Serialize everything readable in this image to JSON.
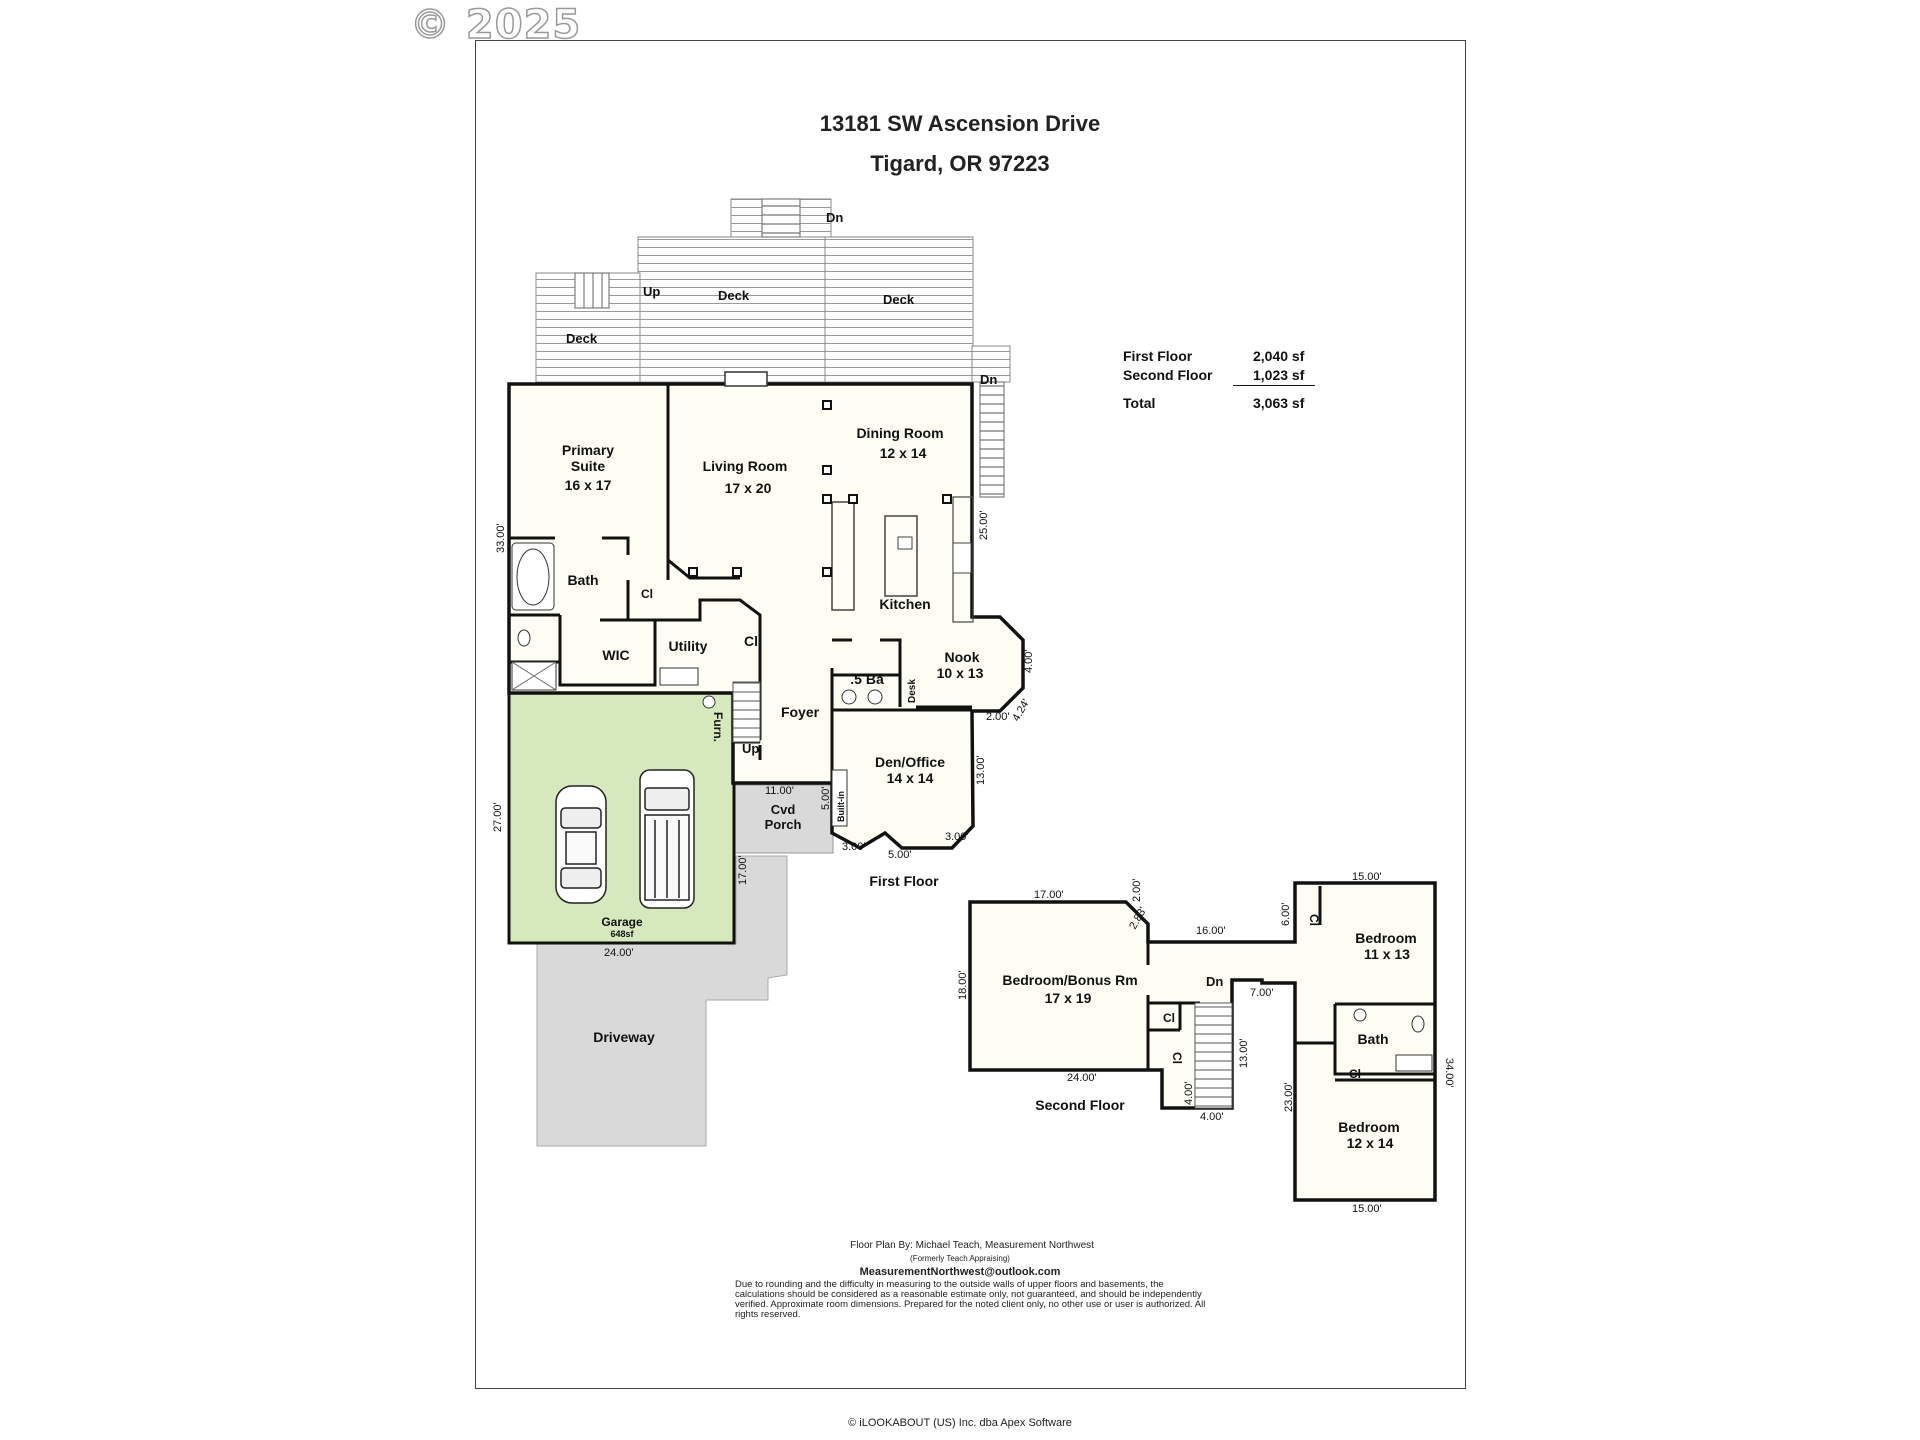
{
  "watermark": "© 2025",
  "address_line1": "13181 SW Ascension Drive",
  "address_line2": "Tigard, OR 97223",
  "area_table": {
    "first_label": "First Floor",
    "first_value": "2,040 sf",
    "second_label": "Second Floor",
    "second_value": "1,023 sf",
    "total_label": "Total",
    "total_value": "3,063 sf"
  },
  "rooms": {
    "deck": "Deck",
    "up": "Up",
    "dn": "Dn",
    "primary_l1": "Primary",
    "primary_l2": "Suite",
    "primary_dim": "16 x 17",
    "living": "Living Room",
    "living_dim": "17 x 20",
    "dining": "Dining Room",
    "dining_dim": "12 x 14",
    "bath": "Bath",
    "wic": "WIC",
    "cl": "Cl",
    "utility": "Utility",
    "kitchen": "Kitchen",
    "nook": "Nook",
    "nook_dim": "10 x 13",
    "half_bath": ".5 Ba",
    "desk": "Desk",
    "foyer": "Foyer",
    "furn": "Furn.",
    "den": "Den/Office",
    "den_dim": "14 x 14",
    "built_in": "Built-in",
    "porch_l1": "Cvd",
    "porch_l2": "Porch",
    "garage": "Garage",
    "garage_area": "648sf",
    "driveway": "Driveway",
    "first_floor": "First Floor",
    "bonus": "Bedroom/Bonus Rm",
    "bonus_dim": "17 x 19",
    "bed1": "Bedroom",
    "bed1_dim": "11 x 13",
    "bed2": "Bedroom",
    "bed2_dim": "12 x 14",
    "second_floor": "Second Floor"
  },
  "dims": {
    "d33": "33.00'",
    "d25": "25.00'",
    "d4a": "4.00'",
    "d424": "4.24'",
    "d2a": "2.00'",
    "d13a": "13.00'",
    "d3a": "3.00'",
    "d5a": "5.00'",
    "d3b": "3.00'",
    "d11": "11.00'",
    "d5b": "5.00'",
    "d27": "27.00'",
    "d17a": "17.00'",
    "d24a": "24.00'",
    "d17b": "17.00'",
    "d2b": "2.00'",
    "d283": "2.83'",
    "d16": "16.00'",
    "d6": "6.00'",
    "d15a": "15.00'",
    "d18": "18.00'",
    "d7": "7.00'",
    "d13b": "13.00'",
    "d34": "34.00'",
    "d24b": "24.00'",
    "d4b": "4.00'",
    "d4c": "4.00'",
    "d23": "23.00'",
    "d15b": "15.00'"
  },
  "credit_line1": "Floor Plan By: Michael Teach, Measurement Northwest",
  "credit_line2": "(Formerly Teach Appraising)",
  "credit_email": "MeasurementNorthwest@outlook.com",
  "disclaimer": "Due to rounding and the difficulty in measuring to the outside walls of upper floors and basements, the calculations should be considered as a reasonable estimate only, not guaranteed, and should be independently verified. Approximate room dimensions. Prepared for the noted client only, no other use or user is authorized. All rights reserved.",
  "footer": "© iLOOKABOUT (US) Inc. dba Apex Software",
  "colors": {
    "garage": "#d5e9bd",
    "paving": "#d9d9d9",
    "wall": "#111111",
    "room_fill": "#fdfdf4"
  }
}
